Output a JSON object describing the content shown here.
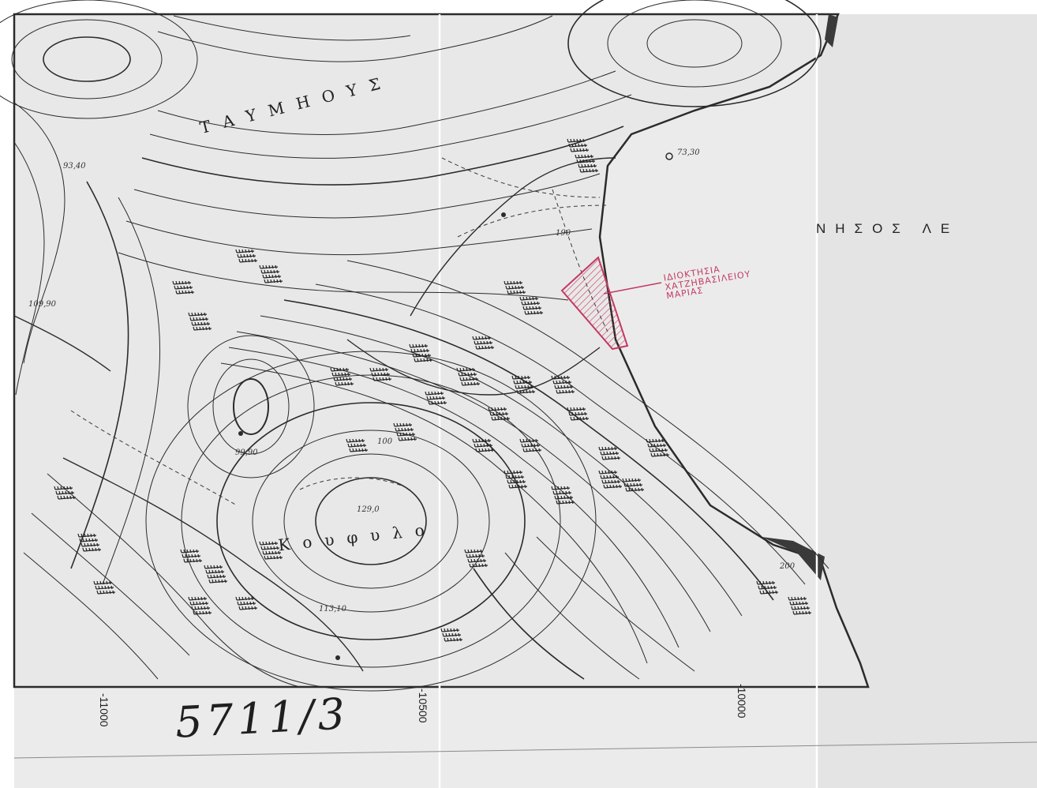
{
  "map": {
    "sheet_number": "5711/3",
    "sea_label": "ΝΗΣΟΣ  ΛΕ",
    "place_names": [
      "ΤΑΥΜΗΟΥΣ",
      "Κουφυλο"
    ],
    "annotation": [
      "ΙΔΙΟΚΤΗΣΙΑ",
      "ΧΑΤΖΗΒΑΣΙΛΕΙΟΥ",
      "ΜΑΡΙΑΣ"
    ],
    "coord_labels": [
      "-11000",
      "-10500",
      "-10000"
    ],
    "elevation_labels": [
      "93,40",
      "99,90",
      "129,0",
      "109,90",
      "113,10",
      "100",
      "73,30",
      "190",
      "200"
    ],
    "colors": {
      "paper": "#ecebeb",
      "ink": "#2b2b2b",
      "annotation": "#c23a64"
    }
  }
}
